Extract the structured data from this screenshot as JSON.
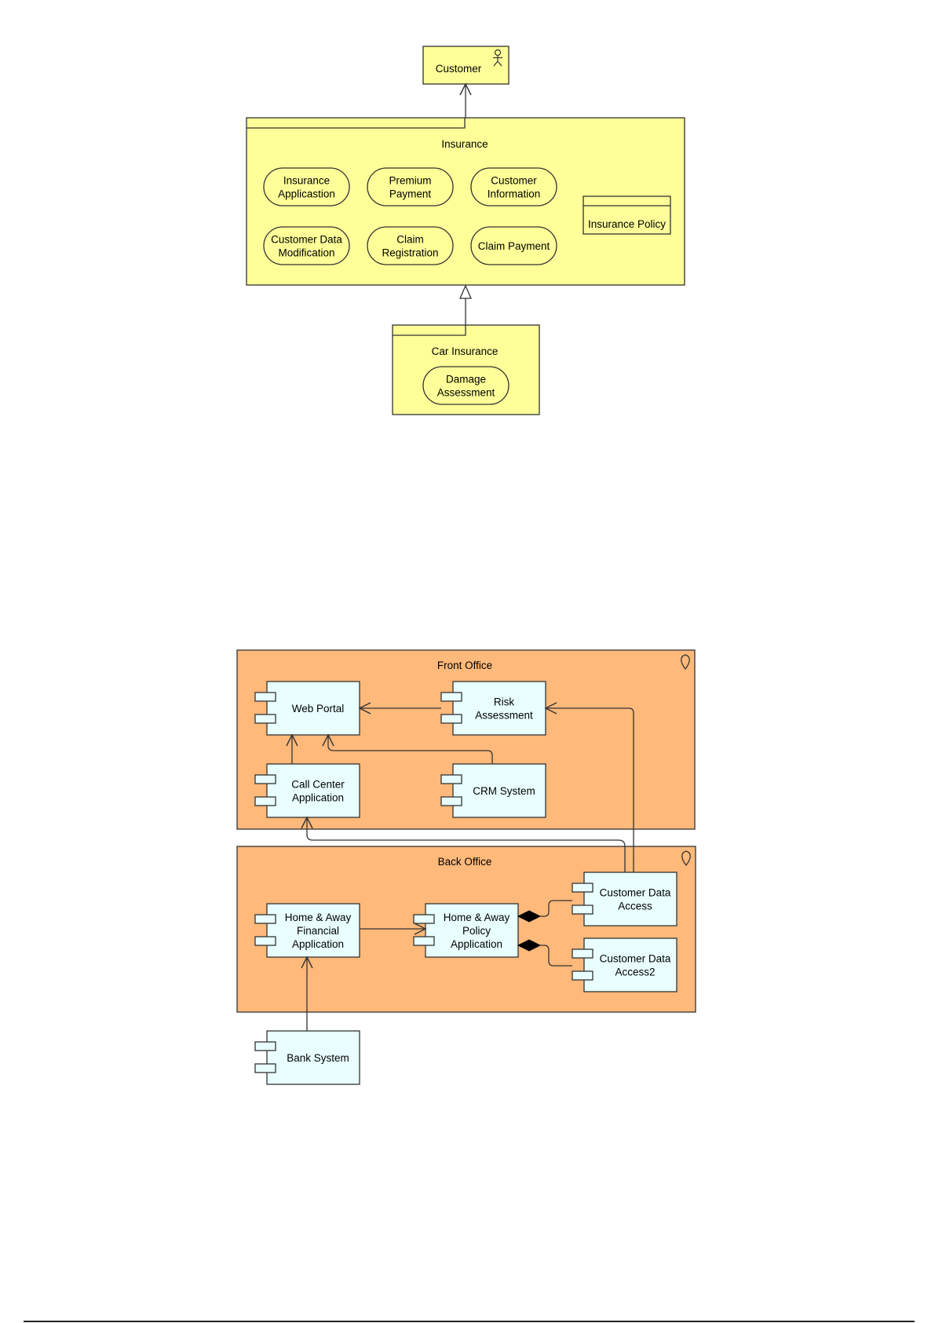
{
  "colors": {
    "yellow_fill": "#ffff99",
    "orange_fill": "#ffb97a",
    "component_fill": "#e9ffff",
    "stroke": "#333333"
  },
  "top_diagram": {
    "customer": {
      "label": "Customer",
      "icon": "actor-icon"
    },
    "insurance_package": {
      "label": "Insurance",
      "use_cases": [
        "Insurance\nApplicastion",
        "Premium\nPayment",
        "Customer\nInformation",
        "Customer Data\nModification",
        "Claim\nRegistration",
        "Claim Payment"
      ],
      "policy_object": "Insurance Policy"
    },
    "car_insurance_package": {
      "label": "Car Insurance",
      "use_cases": [
        "Damage\nAssessment"
      ]
    }
  },
  "bottom_diagram": {
    "front_office": {
      "label": "Front Office",
      "icon": "location-pin-icon",
      "components": [
        "Web Portal",
        "Risk\nAssessment",
        "Call Center\nApplication",
        "CRM System"
      ]
    },
    "back_office": {
      "label": "Back Office",
      "icon": "location-pin-icon",
      "components": [
        "Home & Away\nFinancial\nApplication",
        "Home & Away\nPolicy\nApplication",
        "Customer Data\nAccess",
        "Customer Data\nAccess2"
      ]
    },
    "bank_system": {
      "label": "Bank System"
    }
  }
}
